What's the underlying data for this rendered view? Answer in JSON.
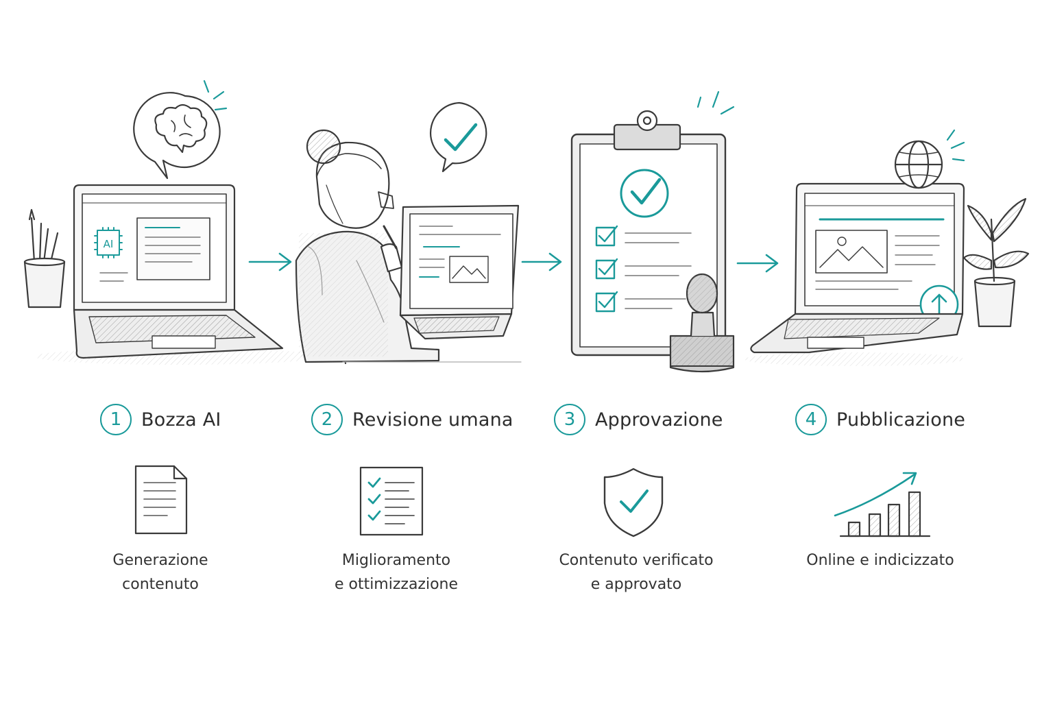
{
  "colors": {
    "accent": "#1a9a9a",
    "ink": "#3a3a3a",
    "paper": "#ffffff"
  },
  "steps": [
    {
      "number": "1",
      "title": "Bozza AI",
      "desc_lines": [
        "Generazione",
        "contenuto"
      ],
      "screen_badge": "AI",
      "icon": "document-icon"
    },
    {
      "number": "2",
      "title": "Revisione umana",
      "desc_lines": [
        "Miglioramento",
        "e ottimizzazione"
      ],
      "icon": "checklist-icon"
    },
    {
      "number": "3",
      "title": "Approvazione",
      "desc_lines": [
        "Contenuto verificato",
        "e approvato"
      ],
      "icon": "shield-check-icon"
    },
    {
      "number": "4",
      "title": "Pubblicazione",
      "desc_lines": [
        "Online e indicizzato"
      ],
      "icon": "growth-chart-icon"
    }
  ]
}
